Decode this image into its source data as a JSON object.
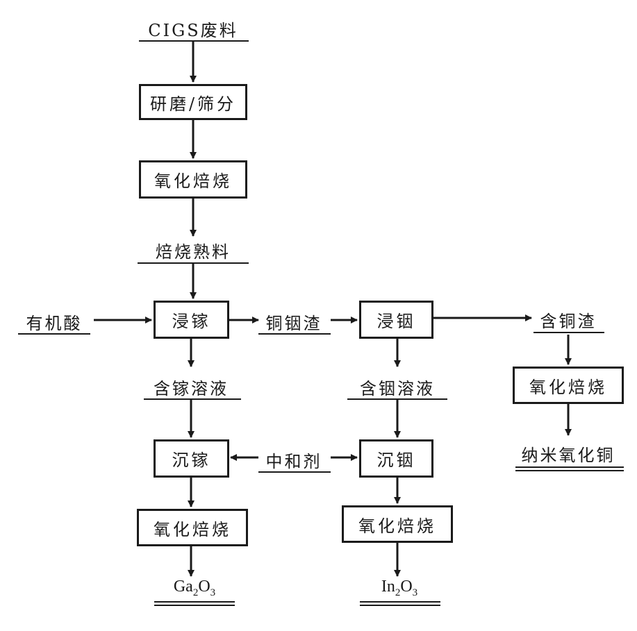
{
  "diagram": {
    "inputs": {
      "cigs_waste": "CIGS废料",
      "organic_acid": "有机酸",
      "neutralizer": "中和剂"
    },
    "steps": {
      "grind_sieve": "研磨/筛分",
      "oxidation_roasting_1": "氧化焙烧",
      "leach_gallium": "浸镓",
      "leach_indium": "浸铟",
      "precipitate_gallium": "沉镓",
      "precipitate_indium": "沉铟",
      "oxidation_roasting_ga": "氧化焙烧",
      "oxidation_roasting_in": "氧化焙烧",
      "oxidation_roasting_cu": "氧化焙烧"
    },
    "intermediates": {
      "roasted_clinker": "焙烧熟料",
      "copper_indium_slag": "铜铟渣",
      "copper_slag": "含铜渣",
      "gallium_solution": "含镓溶液",
      "indium_solution": "含铟溶液"
    },
    "products": {
      "ga2o3": {
        "el1": "Ga",
        "n1": "2",
        "el2": "O",
        "n2": "3"
      },
      "in2o3": {
        "el1": "In",
        "n1": "2",
        "el2": "O",
        "n2": "3"
      },
      "nano_cuo": "纳米氧化铜"
    }
  }
}
